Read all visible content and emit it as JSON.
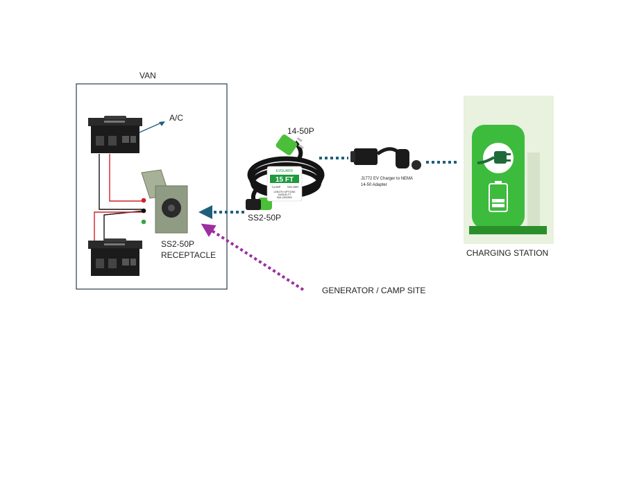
{
  "labels": {
    "van": "VAN",
    "ac": "A/C",
    "plug_14_50p": "14-50P",
    "ss2_50p": "SS2-50P",
    "receptacle_line1": "SS2-50P",
    "receptacle_line2": "RECEPTACLE",
    "adapter_line1": "J1772 EV Charger to NEMA",
    "adapter_line2": "14-50 Adapter",
    "charging_station": "CHARGING STATION",
    "generator": "GENERATOR / CAMP SITE"
  },
  "cable_tag": {
    "brand": "EVGUARD",
    "length": "15 FT",
    "left_plug": "14-50P",
    "right_plug": "SS2-50R",
    "options_line1": "LENGTH OPTIONS",
    "options_line2": "15/25/32 FT",
    "options_line3": "50A 125/250V"
  },
  "colors": {
    "van_border": "#2b3a4a",
    "cable_link": "#1f5f7a",
    "generator_link": "#9b2f9f",
    "station_green": "#3dbb3d",
    "station_bg": "#e9f1df",
    "receptacle": "#8f9b82",
    "wire_red": "#d0202a",
    "wire_black": "#111111",
    "dot_green": "#3aa345"
  },
  "icons": [
    "transformer-icon",
    "receptacle-icon",
    "cable-coil-icon",
    "adapter-icon",
    "charging-station-icon",
    "plug-icon",
    "battery-icon"
  ]
}
